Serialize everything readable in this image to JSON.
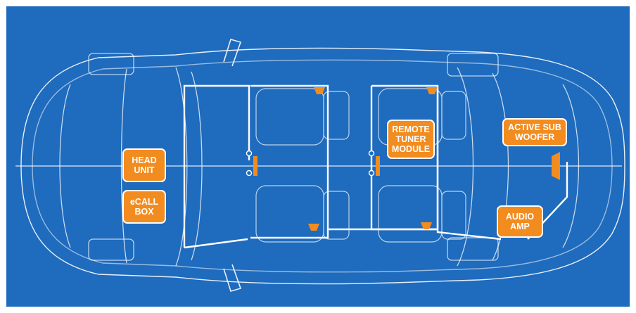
{
  "labels": {
    "head_unit": [
      "HEAD",
      "UNIT"
    ],
    "ecall_box": [
      "eCALL",
      "BOX"
    ],
    "remote_tuner": [
      "REMOTE",
      "TUNER",
      "MODULE"
    ],
    "active_sub": [
      "ACTIVE SUB",
      "WOOFER"
    ],
    "audio_amp": [
      "AUDIO",
      "AMP"
    ]
  },
  "colors": {
    "background": "#1f6bbd",
    "accent": "#f28c1f",
    "line": "#ffffff"
  }
}
